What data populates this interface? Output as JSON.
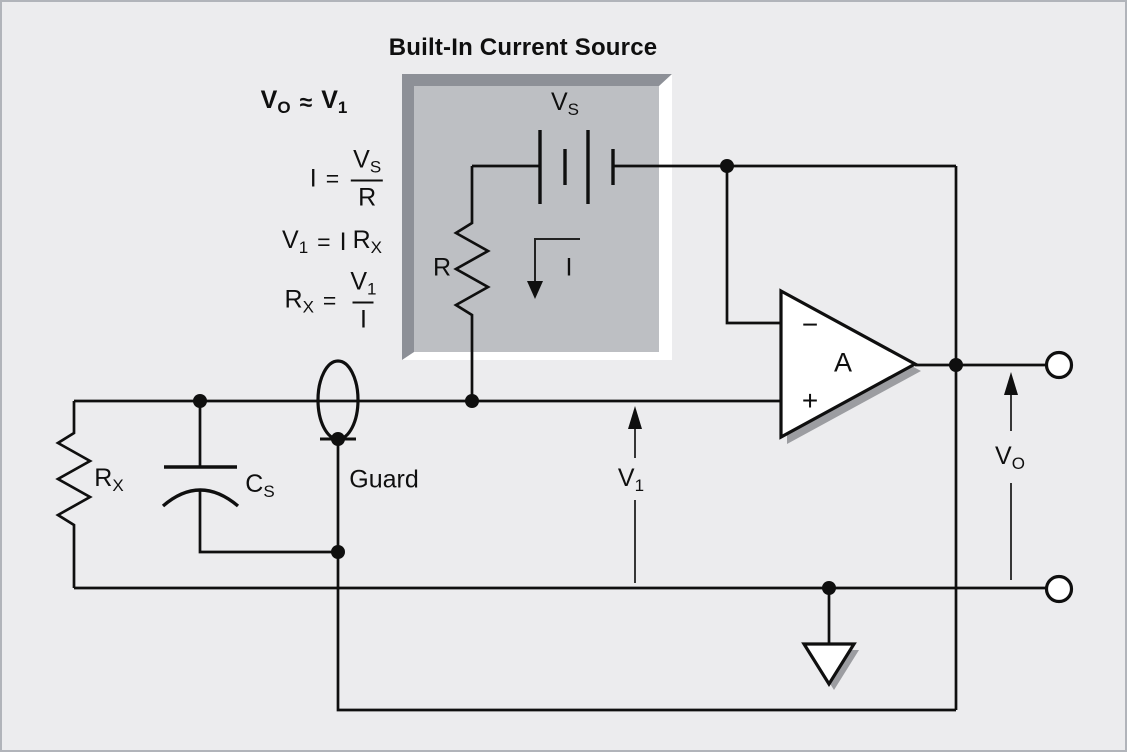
{
  "title": "Built-In Current Source",
  "equations": {
    "eq1": {
      "lhs": "V",
      "lhs_sub": "O",
      "op": "≈",
      "rhs": "V",
      "rhs_sub": "1"
    },
    "eq2": {
      "lhs": "I",
      "op": "=",
      "num": "V",
      "num_sub": "S",
      "den": "R"
    },
    "eq3": {
      "lhs": "V",
      "lhs_sub": "1",
      "op": "=",
      "rhs1": "I",
      "rhs2": "R",
      "rhs2_sub": "X"
    },
    "eq4": {
      "lhs": "R",
      "lhs_sub": "X",
      "op": "=",
      "num": "V",
      "num_sub": "1",
      "den": "I"
    }
  },
  "labels": {
    "supply": {
      "base": "V",
      "sub": "S"
    },
    "resistor_internal": "R",
    "current": "I",
    "resistor_unknown": {
      "base": "R",
      "sub": "X"
    },
    "capacitor": {
      "base": "C",
      "sub": "S"
    },
    "guard": "Guard",
    "opamp": {
      "minus": "−",
      "plus": "+",
      "gain": "A"
    },
    "v1": {
      "base": "V",
      "sub": "1"
    },
    "vo": {
      "base": "V",
      "sub": "O"
    }
  },
  "colors": {
    "background": "#ececee",
    "frame": "#b1b4ba",
    "line": "#0f0f0f",
    "box_fill": "#bdbfc3",
    "box_bevel_dark": "#8d9097",
    "box_bevel_light": "#ffffff",
    "shadow": "#9c9da1"
  }
}
